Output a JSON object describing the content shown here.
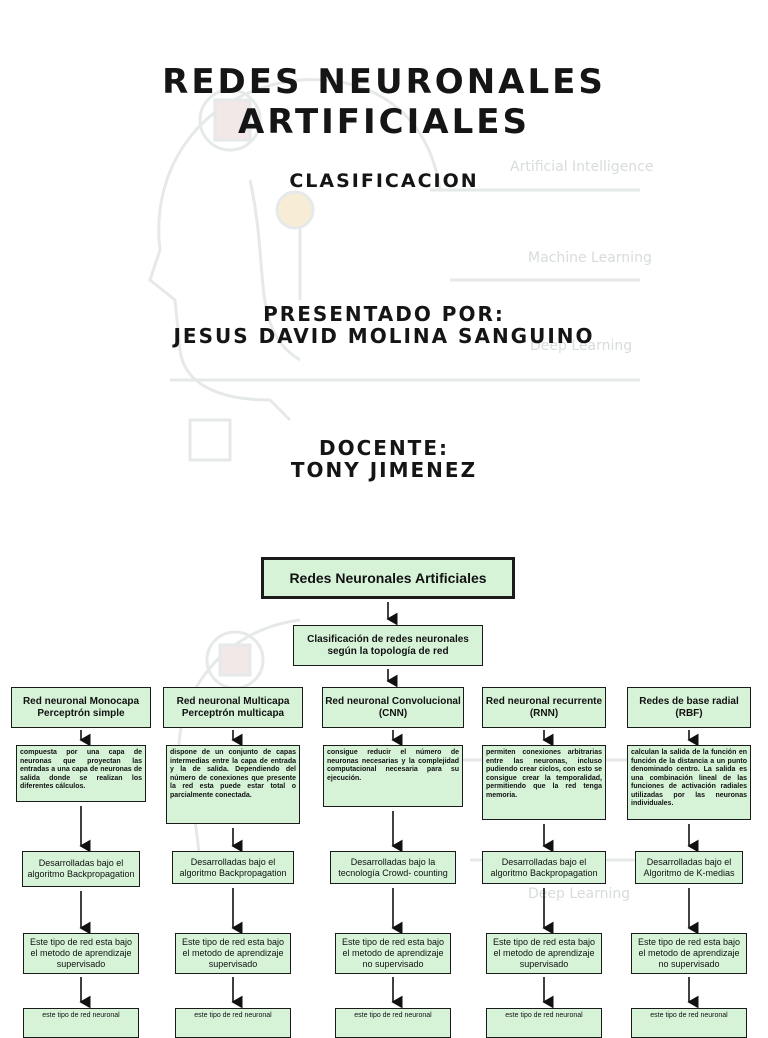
{
  "cover": {
    "title_line1": "Redes Neuronales",
    "title_line2": "Artificiales",
    "subtitle": "Clasificacion",
    "presenter_label": "Presentado por:",
    "presenter_name": "Jesus David Molina Sanguino",
    "teacher_label": "Docente:",
    "teacher_name": "Tony Jimenez"
  },
  "watermarks": {
    "ai": "Artificial Intelligence",
    "ml": "Machine Learning",
    "dl": "Deep Learning",
    "dl2": "Deep Learning"
  },
  "diagram": {
    "root": "Redes Neuronales Artificiales",
    "classification": "Clasificación de redes neuronales según la topología de red",
    "columns": [
      {
        "category": "Red neuronal Monocapa Perceptrón simple",
        "description": "compuesta por una capa de neuronas que proyectan las entradas a una capa de neuronas de salida donde se realizan los diferentes cálculos.",
        "algorithm": "Desarrolladas bajo el algoritmo Backpropagation",
        "learning": "Este tipo de red esta bajo el metodo de aprendizaje supervisado",
        "next": "este tipo de red neuronal"
      },
      {
        "category": "Red neuronal Multicapa Perceptrón multicapa",
        "description": "dispone de un conjunto de capas intermedias entre la capa de entrada y la de salida. Dependiendo del número de conexiones que presente la red esta puede estar total o parcialmente conectada.",
        "algorithm": "Desarrolladas bajo el algoritmo Backpropagation",
        "learning": "Este tipo de red esta bajo el metodo de aprendizaje supervisado",
        "next": "este tipo de red neuronal"
      },
      {
        "category": "Red neuronal Convolucional (CNN)",
        "description": "consigue reducir el número de neuronas necesarias y la complejidad computacional necesaria para su ejecución.",
        "algorithm": "Desarrolladas bajo la tecnología Crowd- counting",
        "learning": "Este tipo de red esta bajo el metodo de aprendizaje no supervisado",
        "next": "este tipo de red neuronal"
      },
      {
        "category": "Red neuronal recurrente (RNN)",
        "description": "permiten conexiones arbitrarias entre las neuronas, incluso pudiendo crear ciclos, con esto se consigue crear la temporalidad, permitiendo que la red tenga memoria.",
        "algorithm": "Desarrolladas bajo el algoritmo Backpropagation",
        "learning": "Este tipo de red esta bajo el metodo de aprendizaje supervisado",
        "next": "este tipo de red neuronal"
      },
      {
        "category": "Redes de base radial (RBF)",
        "description": "calculan la salida de la función en función de la distancia a un punto denominado centro. La salida es una combinación lineal de las funciones de activación radiales utilizadas por las neuronas individuales.",
        "algorithm": "Desarrolladas bajo el Algoritmo de K-medias",
        "learning": "Este tipo de red esta bajo el metodo de aprendizaje no supervisado",
        "next": "este tipo de red neuronal"
      }
    ]
  }
}
